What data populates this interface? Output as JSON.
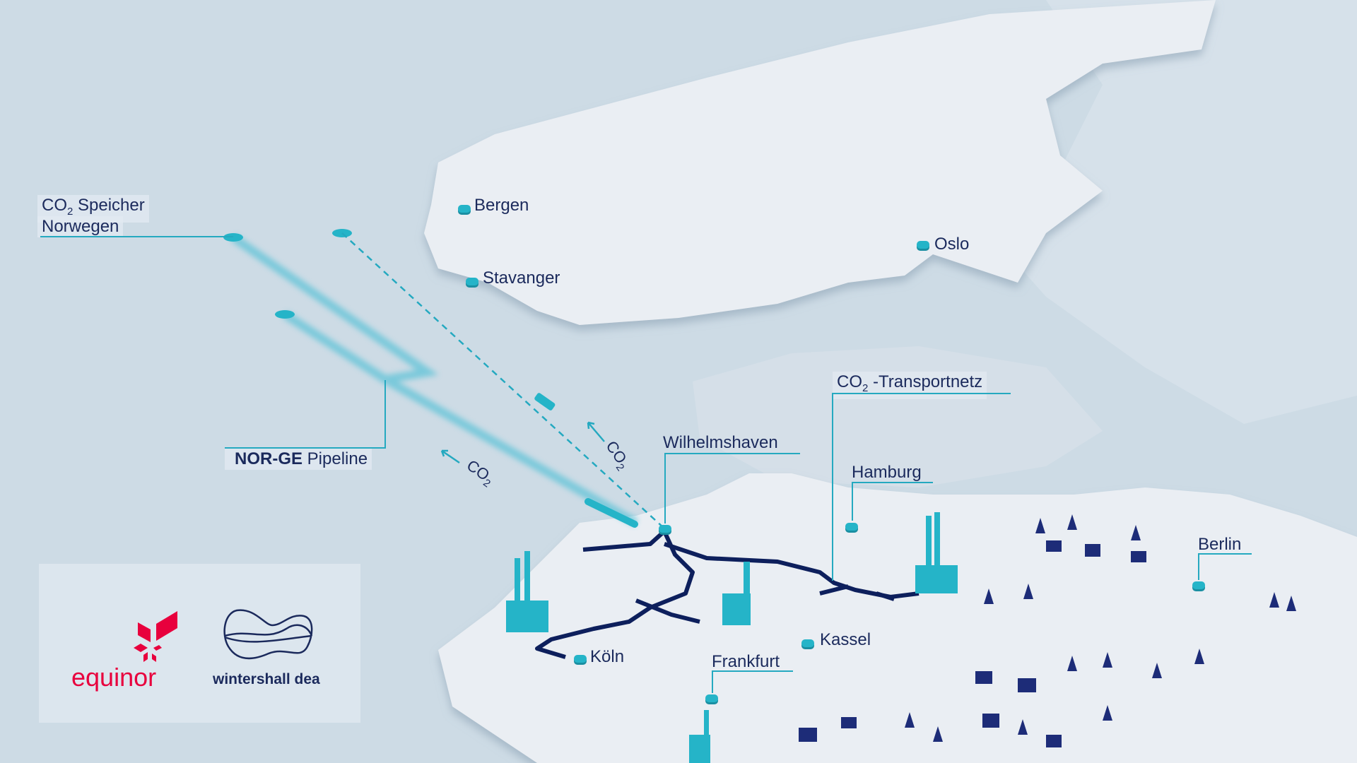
{
  "labels": {
    "storage_line1": "CO",
    "storage_sub": "2",
    "storage_rest": " Speicher",
    "storage_line2": "Norwegen",
    "pipeline_bold": "NOR-GE",
    "pipeline_rest": " Pipeline",
    "transport_co": "CO",
    "transport_sub": "2",
    "transport_rest": " -Transportnetz",
    "co2_arrow": "CO",
    "co2_sub": "2"
  },
  "cities": {
    "bergen": "Bergen",
    "stavanger": "Stavanger",
    "oslo": "Oslo",
    "wilhelmshaven": "Wilhelmshaven",
    "hamburg": "Hamburg",
    "berlin": "Berlin",
    "kassel": "Kassel",
    "koeln": "Köln",
    "frankfurt": "Frankfurt"
  },
  "logos": {
    "equinor": "equinor",
    "wintershall": "wintershall dea"
  },
  "colors": {
    "sea": "#cddbe5",
    "land": "#eaeef3",
    "pipeline": "#25b4c8",
    "network": "#0d1f5c",
    "equinor_red": "#e8003d",
    "text": "#1b2a5c"
  }
}
